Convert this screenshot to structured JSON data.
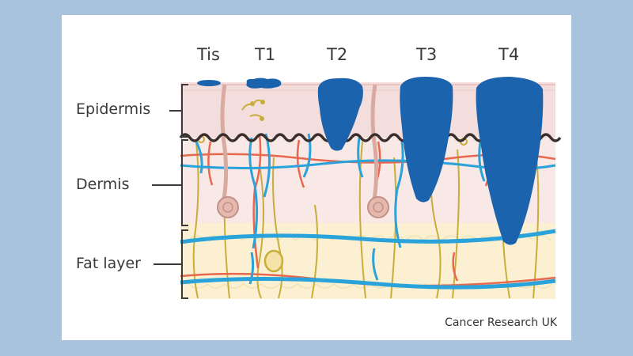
{
  "stages": [
    "Tis",
    "T1",
    "T2",
    "T3",
    "T4"
  ],
  "layers": {
    "epidermis": "Epidermis",
    "dermis": "Dermis",
    "fat": "Fat layer"
  },
  "credit": "Cancer Research UK",
  "colors": {
    "background": "#a9c2de",
    "tumour": "#1b63ad",
    "epidermis": "#f3dedd",
    "dermis": "#f8e8e6",
    "fat": "#fbf1d2",
    "vessel_blue": "#2aa3da",
    "vessel_red": "#e8674f",
    "nerve": "#c9ad3b",
    "hair": "#d9aba0",
    "basement": "#3b2f2d"
  }
}
